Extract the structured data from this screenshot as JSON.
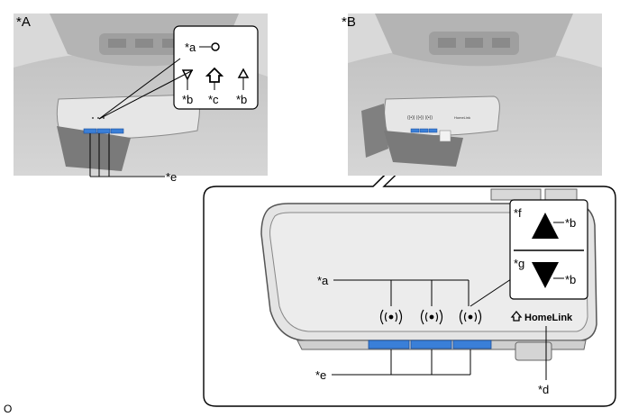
{
  "panels": {
    "a": {
      "tag": "*A"
    },
    "b": {
      "tag": "*B"
    }
  },
  "callouts": {
    "a": "*a",
    "b": "*b",
    "c": "*c",
    "d": "*d",
    "e": "*e",
    "f": "*f",
    "g": "*g"
  },
  "brand": {
    "homelink": "HomeLink"
  },
  "figure_code": "O",
  "colors": {
    "button_blue": "#3a7fd8",
    "photo_gray": "#c9c9c9"
  }
}
